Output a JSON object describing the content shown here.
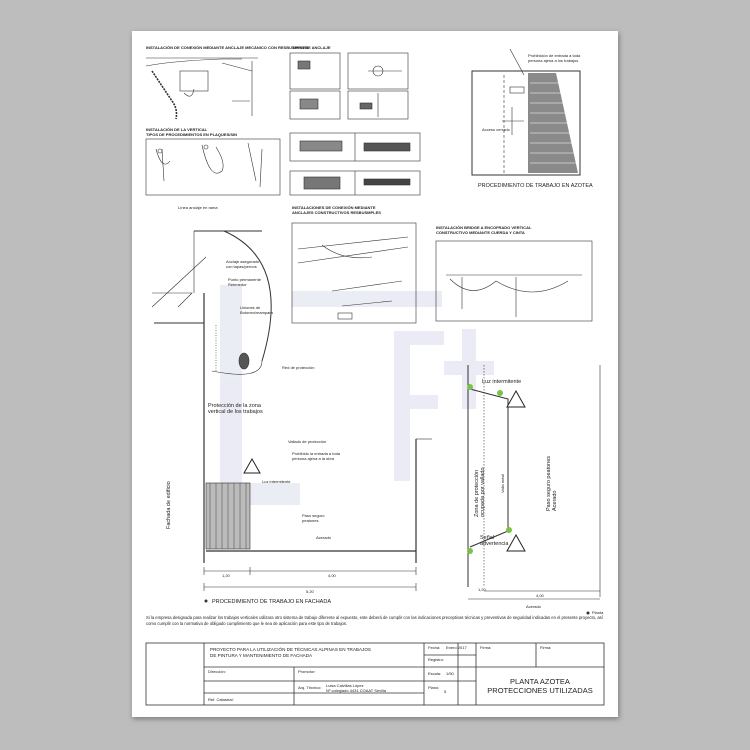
{
  "details": {
    "anchorage_title": "INSTALACIÓN DE CONEXIÓN MEDIANTE ANCLAJE MECÁNICO CON RESBUSMPLES",
    "anchor_types_title": "TIPOS DE ANCLAJE",
    "vertical_title": "INSTALACIÓN DE LA VERTICAL\nTIPOS DE PROCEDIMIENTOS EN PLAQUES/SIN",
    "perimeter_title": "INSTALACIONES DE CONEXIÓN MEDIANTE\nANCLAJES CONSTRUCTIVOS RESBUSMPLES",
    "horizontal_title": "INSTALACIÓN BRIDGE A ENCOFRADO VERTICAL\nCONSTRUCTIVO MEDIANTE CUERDA Y CINTA",
    "procedure_roof_title": "PROCEDIMIENTO DE TRABAJO EN AZOTEA",
    "roof_door_note": "Prohibición de entrada a toda\npersona ajena a los trabajos",
    "roof_access_label": "Acceso cerrado"
  },
  "facade": {
    "label_upper": "Línea anclaje en rama",
    "label_mid1": "Anclaje asegurado\ncon tapas/pernos",
    "label_mid2": "Punto permanente\nRetenedor",
    "label_mid3": "Uniones de\nBotoneo/mampara",
    "label_net": "Red de protección",
    "label_zone": "Protección de la zona\nvertical de los trabajos",
    "label_fence": "Vallado de protección",
    "label_prohib": "Prohibido la entrada a toda\npersona ajena a la obra",
    "label_light": "Luz intermitente",
    "label_building": "Fachada de edificio",
    "label_walk": "Paso seguro\npeatones",
    "label_sidewalk": "Acerado",
    "dim_1": "1,20",
    "dim_2": "4,00",
    "dim_total": "5,20",
    "caption": "PROCEDIMIENTO DE TRABAJO EN FACHADA"
  },
  "plan": {
    "light": "Luz intermitente",
    "zone": "Zona de protección\nocupada por vallado",
    "fence": "Valla móvil",
    "walk": "Paso seguro peatones\nAcerado",
    "warning": "Señal\nadvertencia",
    "dim_1": "1,20",
    "dim_2": "4,00",
    "sidewalk": "Acerado",
    "plan_label": "Planta"
  },
  "note": "Si la empresa designada para realizar los trabajos verticales utilizara otro sistema de trabajo diferente al expuesto, este deberá de cumplir con las indicaciones preceptivas técnicas y preventivas de seguridad indicadas en el presente proyecto, así como cumplir con la normativa de obligado cumplimiento que le sea de aplicación para este tipo de trabajos.",
  "title_block": {
    "project": "PROYECTO PARA LA UTILIZACIÓN DE TÉCNICAS ALPINAS EN TRABAJOS\nDE PINTURA Y MANTENIMIENTO DE FACHADA",
    "fecha_label": "Fecha:",
    "fecha_value": "Enero 2017",
    "registro_label": "Registro:",
    "firma1": "Firma:",
    "firma2": "Firma:",
    "direccion": "Dirección:",
    "promotor": "Promotor:",
    "ref_catastral": "Ref. Catastral:",
    "arq_tecnico": "Arq. Técnico:",
    "tecnico_name": "Luisa Calvillas López\nNº colegiado 4431 COAAT Sevilla",
    "escala_label": "Escala:",
    "escala_value": "1/50",
    "plano_label": "Plano:",
    "plano_value": "5",
    "sheet_title": "PLANTA AZOTEA\nPROTECCIONES UTILIZADAS"
  },
  "watermark": "LF+"
}
